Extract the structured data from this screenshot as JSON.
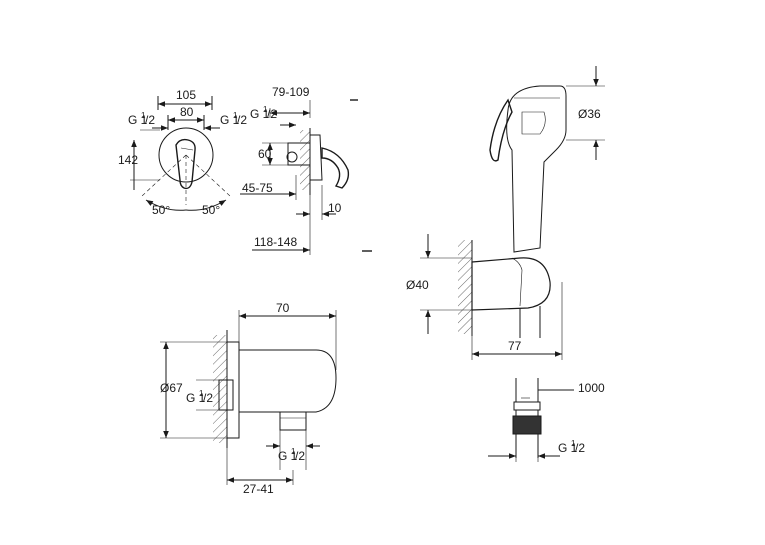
{
  "diagram": {
    "valve": {
      "dim_105": "105",
      "dim_80": "80",
      "dim_142": "142",
      "thread_left_main": "G 1",
      "thread_left_frac": "/2",
      "thread_right_main": "G 1",
      "thread_right_frac": "/2",
      "angle_left": "50°",
      "angle_right": "50°"
    },
    "valve_side": {
      "dim_79_109": "79-109",
      "thread_main": "G 1",
      "thread_frac": "/2",
      "dim_60": "60",
      "dim_45_75": "45-75",
      "dim_10": "10",
      "dim_118_148": "118-148"
    },
    "wall_outlet": {
      "dim_70": "70",
      "dim_67": "Ø67",
      "thread_side_main": "G 1",
      "thread_side_frac": "/2",
      "thread_bottom_main": "G 1",
      "thread_bottom_frac": "/2",
      "dim_27_41": "27-41"
    },
    "hand_shower": {
      "dim_36": "Ø36",
      "dim_40": "Ø40",
      "dim_77": "77"
    },
    "hose": {
      "dim_1000": "1000",
      "thread_main": "G 1",
      "thread_frac": "/2"
    }
  }
}
